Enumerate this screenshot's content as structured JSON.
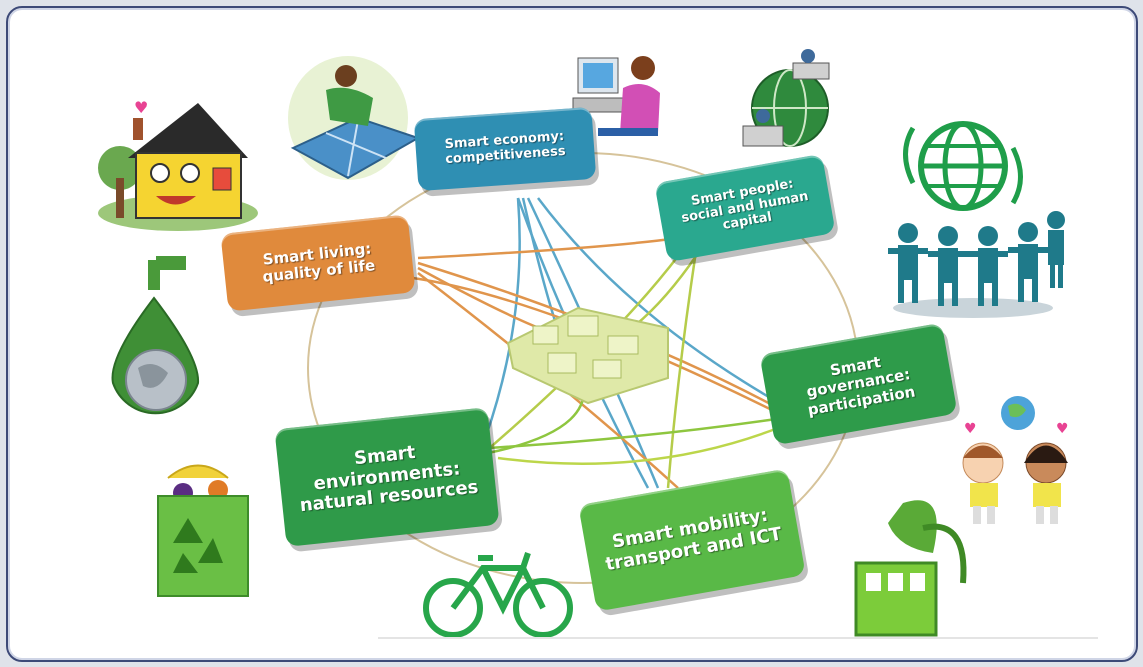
{
  "nodes": {
    "economy": "Smart economy: competitiveness",
    "people": "Smart people: social and human capital",
    "living": "Smart living: quality of life",
    "governance": "Smart governance: participation",
    "environments": "Smart environments: natural resources",
    "mobility": "Smart mobility: transport and ICT"
  },
  "colors": {
    "economy": "#2f8fb3",
    "people": "#2aa88f",
    "living": "#e08a3c",
    "governance": "#2e9b4a",
    "environments": "#2f9a49",
    "mobility": "#59b947",
    "frame": "#3d4a78"
  },
  "icons": [
    "house-icon",
    "solar-worker-icon",
    "computer-user-icon",
    "globe-network-icon",
    "recycle-globe-icon",
    "people-chain-icon",
    "water-drop-globe-icon",
    "kids-earth-icon",
    "grocery-recycle-bag-icon",
    "eco-bicycle-icon",
    "green-tram-icon",
    "city-model-icon"
  ]
}
